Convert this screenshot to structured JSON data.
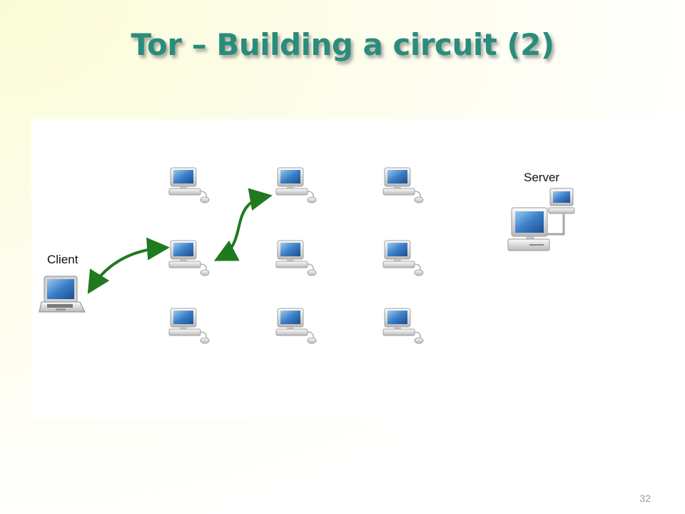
{
  "slide": {
    "title": "Tor – Building a circuit (2)",
    "page_number": "32"
  },
  "diagram": {
    "client_label": "Client",
    "server_label": "Server",
    "relay_grid": {
      "rows": 3,
      "cols": 3
    },
    "circuit_links": [
      {
        "from": "client",
        "to": "relay-r2-c1"
      },
      {
        "from": "relay-r2-c1",
        "to": "relay-r1-c2"
      }
    ],
    "colors": {
      "title": "#2a8c7c",
      "link": "#1f7a1f",
      "screen": "#3a7fc8"
    }
  }
}
